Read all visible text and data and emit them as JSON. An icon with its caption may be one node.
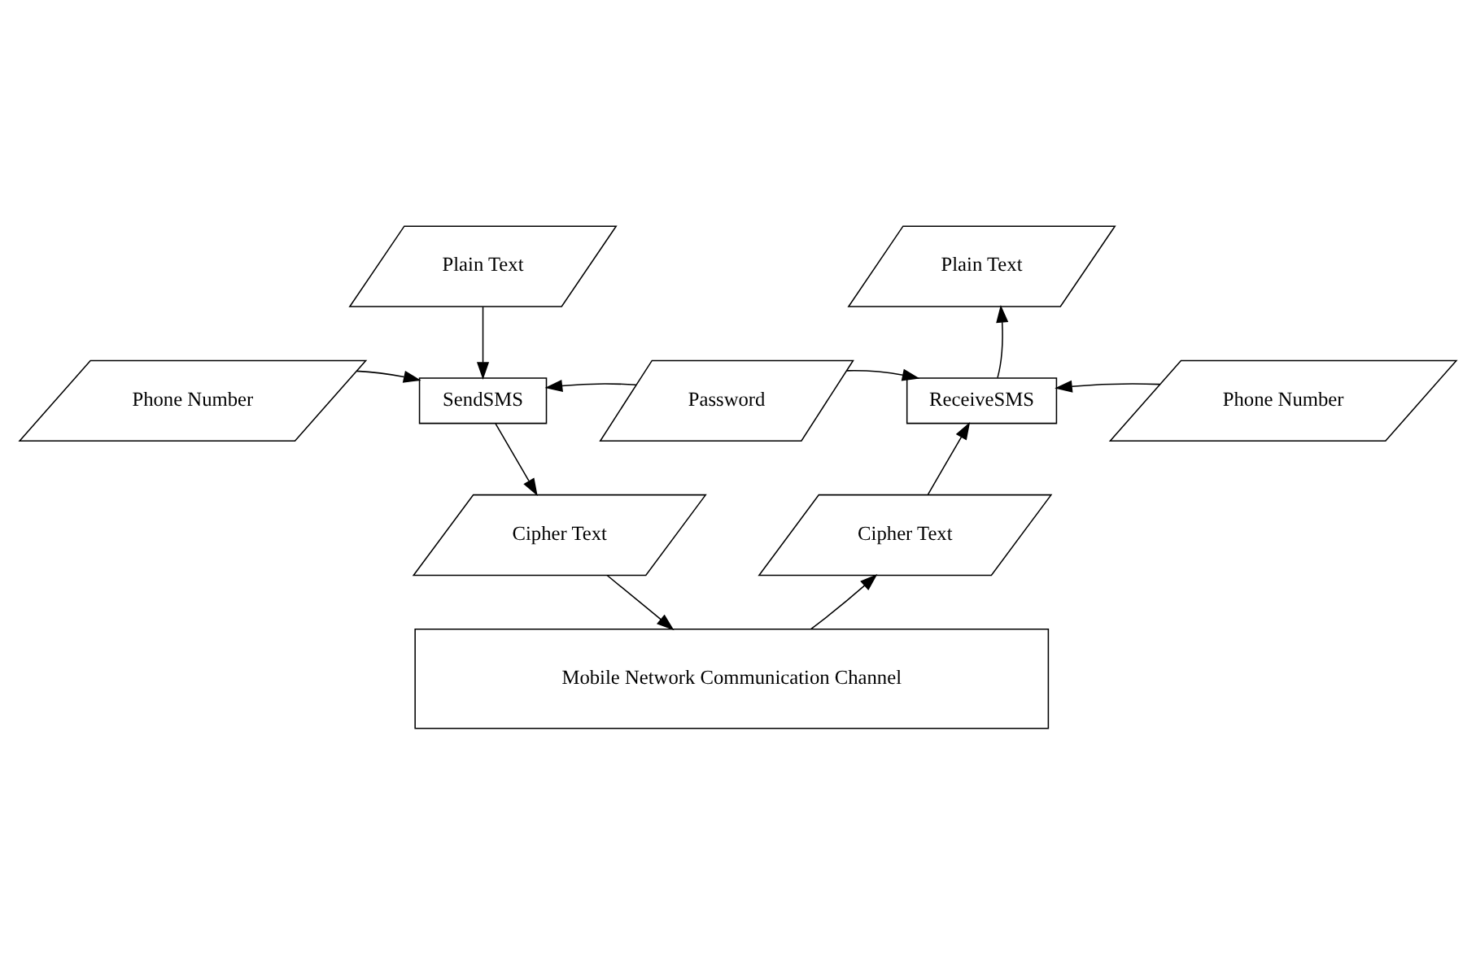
{
  "diagram": {
    "nodes": [
      {
        "text": [
          "Plain Text"
        ]
      },
      {
        "text": [
          "Phone Number"
        ]
      },
      {
        "text": [
          "SendSMS"
        ]
      },
      {
        "text": [
          "Password"
        ]
      },
      {
        "text": [
          "ReceiveSMS"
        ]
      },
      {
        "text": [
          "Phone Number"
        ]
      },
      {
        "text": [
          "Plain Text"
        ]
      },
      {
        "text": [
          "Cipher Text"
        ]
      },
      {
        "text": [
          "Cipher Text"
        ]
      },
      {
        "text": [
          "Mobile Network Communication Channel"
        ]
      }
    ],
    "edges": [
      {
        "from": 0,
        "to": 2,
        "arrow": "to"
      },
      {
        "from": 1,
        "to": 2,
        "arrow": "to"
      },
      {
        "from": 3,
        "to": 2,
        "arrow": "to"
      },
      {
        "from": 3,
        "to": 4,
        "arrow": "to"
      },
      {
        "from": 5,
        "to": 4,
        "arrow": "to"
      },
      {
        "from": 4,
        "to": 6,
        "arrow": "to"
      },
      {
        "from": 2,
        "to": 7,
        "arrow": "to"
      },
      {
        "from": 7,
        "to": 9,
        "arrow": "to"
      },
      {
        "from": 9,
        "to": 8,
        "arrow": "to"
      },
      {
        "from": 8,
        "to": 4,
        "arrow": "to"
      }
    ]
  }
}
